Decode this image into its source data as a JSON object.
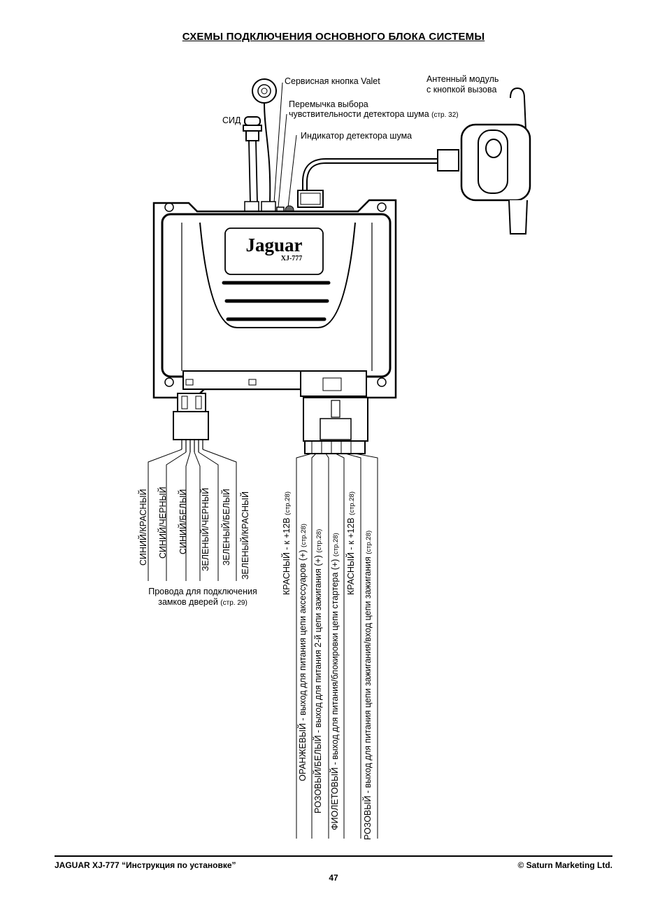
{
  "title": "СХЕМЫ ПОДКЛЮЧЕНИЯ ОСНОВНОГО БЛОКА СИСТЕМЫ",
  "top_labels": {
    "valet": "Сервисная кнопка Valet",
    "antenna_line1": "Антенный модуль",
    "antenna_line2": "с кнопкой вызова",
    "jumper_line1": "Перемычка выбора",
    "jumper_line2": "чувствительности детектора шума",
    "jumper_ref": "(стр. 32)",
    "led": "СИД",
    "noise_indicator": "Индикатор детектора шума"
  },
  "unit": {
    "brand": "Jaguar",
    "model": "XJ-777"
  },
  "door_wires": [
    "СИНИЙ/КРАСНЫЙ",
    "СИНИЙ/ЧЕРНЫЙ",
    "СИНИЙ/БЕЛЫЙ",
    "ЗЕЛЕНЫЙ/ЧЕРНЫЙ",
    "ЗЕЛЕНЫЙ/БЕЛЫЙ",
    "ЗЕЛЕНЫЙ/КРАСНЫЙ"
  ],
  "door_caption": {
    "line1": "Провода для подключения",
    "line2": "замков дверей",
    "ref": "(стр. 29)"
  },
  "power_wires": [
    {
      "text": "КРАСНЫЙ - к +12В",
      "ref": "(стр.28)"
    },
    {
      "text": "ОРАНЖЕВЫЙ - выход для питания цепи аксессуаров (+)",
      "ref": "(стр.28)"
    },
    {
      "text": "РОЗОВЫЙ/БЕЛЫЙ - выход для питания 2-й цепи зажигания (+)",
      "ref": "(стр.28)"
    },
    {
      "text": "ФИОЛЕТОВЫЙ - выход для питания/блокировки цепи стартера (+)",
      "ref": "(стр.28)"
    },
    {
      "text": "КРАСНЫЙ - к +12В",
      "ref": "(стр.28)"
    },
    {
      "text": "РОЗОВЫЙ - выход для питания цепи зажигания/вход цепи зажигания",
      "ref": "(стр.28)"
    }
  ],
  "footer": {
    "left": "JAGUAR XJ-777 “Инструкция по установке”",
    "right": "© Saturn Marketing Ltd.",
    "page": "47"
  }
}
